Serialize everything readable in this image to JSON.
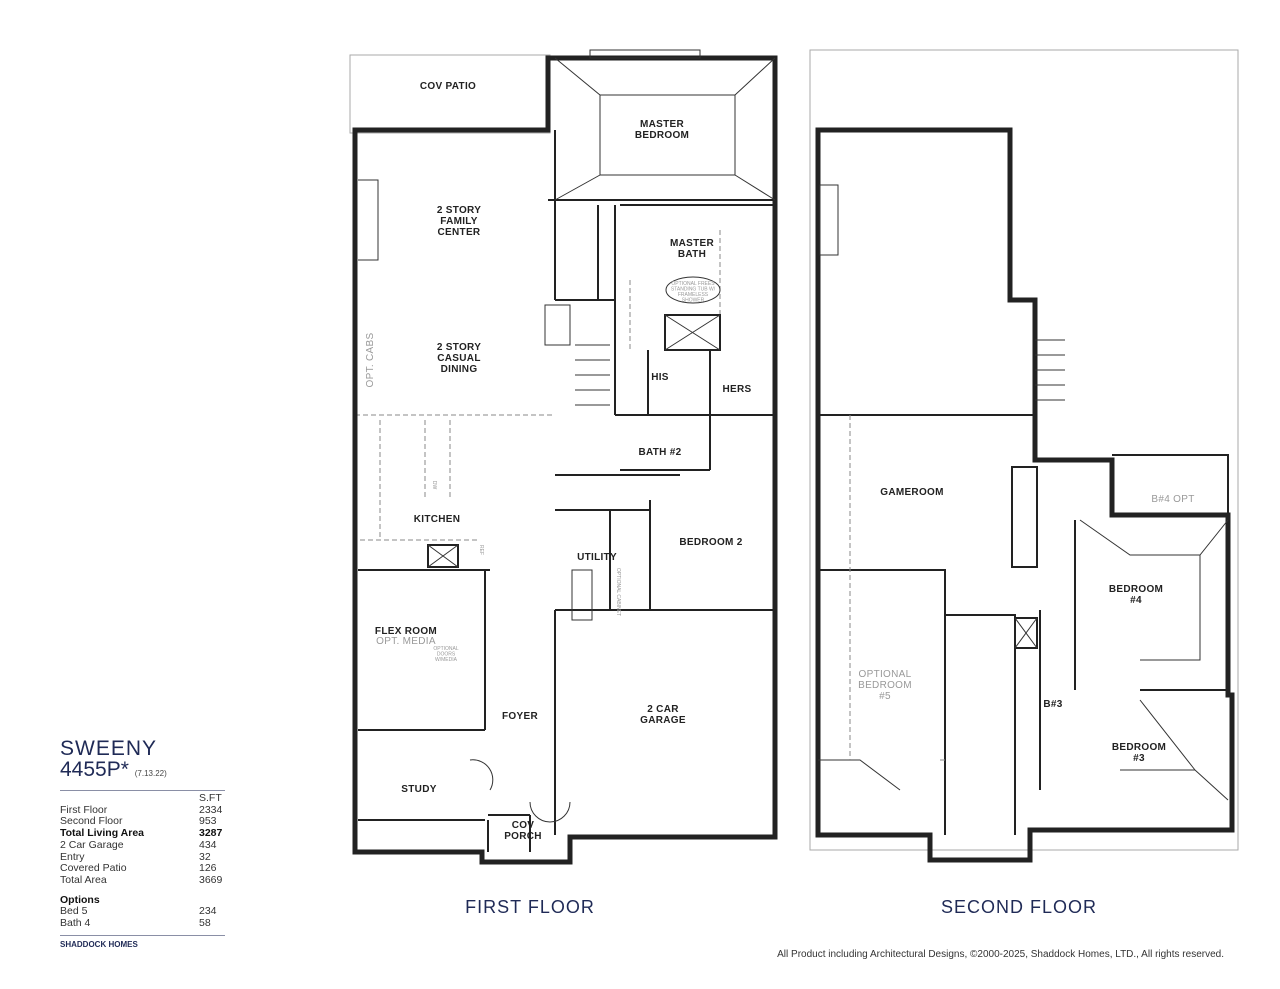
{
  "plan": {
    "name": "SWEENY",
    "code": "4455P*",
    "date": "(7.13.22)",
    "unit_header": "S.FT",
    "areas": [
      {
        "label": "First Floor",
        "value": "2334",
        "bold": false
      },
      {
        "label": "Second Floor",
        "value": "953",
        "bold": false
      },
      {
        "label": "Total Living Area",
        "value": "3287",
        "bold": true
      },
      {
        "label": "2 Car Garage",
        "value": "434",
        "bold": false
      },
      {
        "label": "Entry",
        "value": "32",
        "bold": false
      },
      {
        "label": "Covered Patio",
        "value": "126",
        "bold": false
      },
      {
        "label": "Total Area",
        "value": "3669",
        "bold": false
      }
    ],
    "options_header": "Options",
    "options": [
      {
        "label": "Bed 5",
        "value": "234"
      },
      {
        "label": "Bath 4",
        "value": "58"
      }
    ],
    "brand": "SHADDOCK HOMES"
  },
  "first_floor": {
    "title": "FIRST FLOOR",
    "rooms": {
      "cov_patio": "COV PATIO",
      "master_bedroom": [
        "MASTER",
        "BEDROOM"
      ],
      "family_center": [
        "2 STORY",
        "FAMILY",
        "CENTER"
      ],
      "master_bath": [
        "MASTER",
        "BATH"
      ],
      "tub_note": [
        "OPTIONAL FREES",
        "STANDING TUB W/",
        "FRAMELESS",
        "SHOWER"
      ],
      "opt_cabs": "OPT. CABS",
      "casual_dining": [
        "2 STORY",
        "CASUAL",
        "DINING"
      ],
      "his": "HIS",
      "hers": "HERS",
      "bath2": "BATH #2",
      "kitchen": "KITCHEN",
      "ref": "REF",
      "dw": "DW",
      "utility": "UTILITY",
      "bedroom2": "BEDROOM 2",
      "flex_room": "FLEX ROOM",
      "opt_media": "OPT. MEDIA",
      "doors_note": [
        "OPTIONAL",
        "DOORS",
        "W/MEDIA"
      ],
      "foyer": "FOYER",
      "garage": [
        "2 CAR",
        "GARAGE"
      ],
      "study": "STUDY",
      "cov_porch": [
        "COV",
        "PORCH"
      ],
      "optional_cabinet": "OPTIONAL CABINET"
    }
  },
  "second_floor": {
    "title": "SECOND FLOOR",
    "rooms": {
      "gameroom": "GAMEROOM",
      "b4_opt": "B#4 OPT",
      "bedroom4": [
        "BEDROOM",
        "#4"
      ],
      "optional_bedroom5": [
        "OPTIONAL",
        "BEDROOM",
        "#5"
      ],
      "b3": "B#3",
      "bedroom3": [
        "BEDROOM",
        "#3"
      ]
    }
  },
  "copyright": "All Product including Architectural Designs, ©2000-2025, Shaddock Homes, LTD., All rights reserved."
}
